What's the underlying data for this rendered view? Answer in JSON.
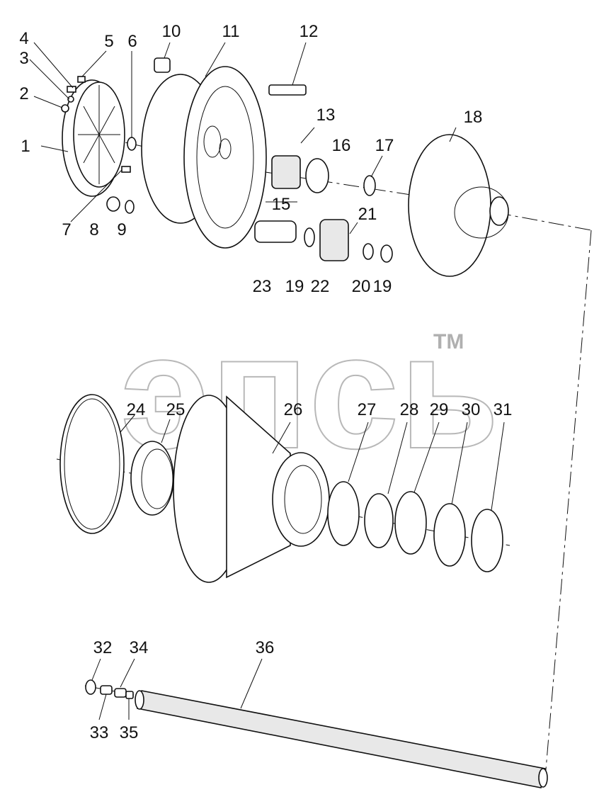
{
  "watermark": {
    "logo_text": "эпсь",
    "trademark": "TM"
  },
  "callouts": [
    {
      "id": "c1",
      "label": "1"
    },
    {
      "id": "c2",
      "label": "2"
    },
    {
      "id": "c3",
      "label": "3"
    },
    {
      "id": "c4",
      "label": "4"
    },
    {
      "id": "c5",
      "label": "5"
    },
    {
      "id": "c6",
      "label": "6"
    },
    {
      "id": "c7",
      "label": "7"
    },
    {
      "id": "c8",
      "label": "8"
    },
    {
      "id": "c9",
      "label": "9"
    },
    {
      "id": "c10",
      "label": "10"
    },
    {
      "id": "c11",
      "label": "11"
    },
    {
      "id": "c12",
      "label": "12"
    },
    {
      "id": "c13",
      "label": "13"
    },
    {
      "id": "c15",
      "label": "15"
    },
    {
      "id": "c16",
      "label": "16"
    },
    {
      "id": "c17",
      "label": "17"
    },
    {
      "id": "c18",
      "label": "18"
    },
    {
      "id": "c19a",
      "label": "19"
    },
    {
      "id": "c20",
      "label": "20"
    },
    {
      "id": "c19b",
      "label": "19"
    },
    {
      "id": "c21",
      "label": "21"
    },
    {
      "id": "c22",
      "label": "22"
    },
    {
      "id": "c23",
      "label": "23"
    },
    {
      "id": "c24",
      "label": "24"
    },
    {
      "id": "c25",
      "label": "25"
    },
    {
      "id": "c26",
      "label": "26"
    },
    {
      "id": "c27",
      "label": "27"
    },
    {
      "id": "c28",
      "label": "28"
    },
    {
      "id": "c29",
      "label": "29"
    },
    {
      "id": "c30",
      "label": "30"
    },
    {
      "id": "c31",
      "label": "31"
    },
    {
      "id": "c32",
      "label": "32"
    },
    {
      "id": "c33",
      "label": "33"
    },
    {
      "id": "c34",
      "label": "34"
    },
    {
      "id": "c35",
      "label": "35"
    },
    {
      "id": "c36",
      "label": "36"
    }
  ]
}
